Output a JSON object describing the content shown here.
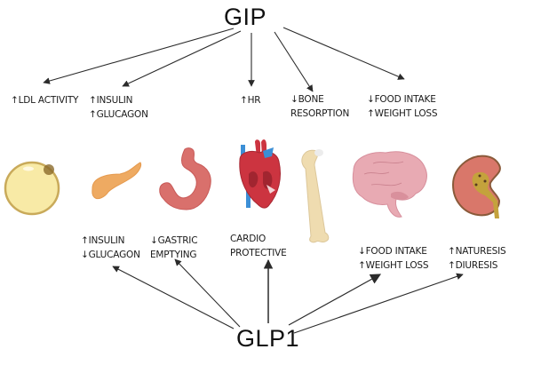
{
  "title": "GIP and GLP1 effects on organs",
  "hubs": {
    "gip": "GIP",
    "glp1": "GLP1"
  },
  "gip_effects": [
    {
      "target": "adipocyte",
      "lines": [
        "↑LDL ACTIVITY"
      ]
    },
    {
      "target": "pancreas",
      "lines": [
        "↑INSULIN",
        "↑GLUCAGON"
      ]
    },
    {
      "target": "heart",
      "lines": [
        "↑HR"
      ]
    },
    {
      "target": "bone",
      "lines": [
        "↓BONE",
        "RESORPTION"
      ]
    },
    {
      "target": "brain",
      "lines": [
        "↓FOOD INTAKE",
        "↑WEIGHT LOSS"
      ]
    }
  ],
  "glp1_effects": [
    {
      "target": "pancreas",
      "lines": [
        "↑INSULIN",
        "↓GLUCAGON"
      ]
    },
    {
      "target": "stomach",
      "lines": [
        "↓GASTRIC",
        "EMPTYING"
      ]
    },
    {
      "target": "heart",
      "lines": [
        "CARDIO",
        "PROTECTIVE"
      ]
    },
    {
      "target": "brain",
      "lines": [
        "↓FOOD INTAKE",
        "↑WEIGHT LOSS"
      ]
    },
    {
      "target": "kidney",
      "lines": [
        "↑NATURESIS",
        "↑DIURESIS"
      ]
    }
  ],
  "organs": [
    "adipocyte",
    "pancreas",
    "stomach",
    "heart",
    "bone",
    "brain",
    "kidney"
  ],
  "colors": {
    "arrow": "#2b2b2b",
    "text": "#1a1a1a",
    "adipocyte_fill": "#f8eaa6",
    "adipocyte_stroke": "#c9aa5a",
    "pancreas": "#eeaa62",
    "stomach": "#d9706c",
    "heart_red": "#cc3440",
    "heart_blue": "#3c8fd6",
    "bone": "#efdcb0",
    "brain": "#e8aab3",
    "kidney_cortex": "#d9776a",
    "kidney_pelvis": "#c4a23c"
  }
}
